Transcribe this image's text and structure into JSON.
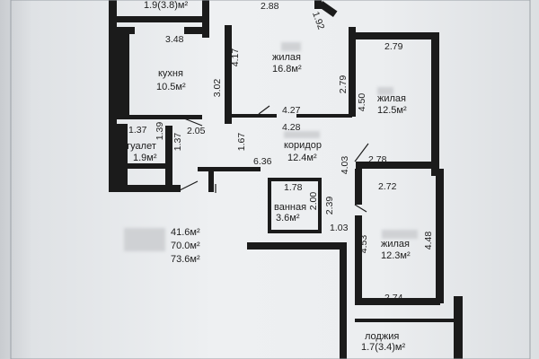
{
  "rooms": {
    "top_room_area": "1.9(3.8)м²",
    "kitchen_name": "кухня",
    "kitchen_area": "10.5м²",
    "living1_name": "жилая",
    "living1_area": "16.8м²",
    "living2_name": "жилая",
    "living2_area": "12.5м²",
    "corridor_name": "коридор",
    "corridor_area": "12.4м²",
    "toilet_name": "туалет",
    "toilet_area": "1.9м²",
    "bath_name": "ванная",
    "bath_area": "3.6м²",
    "living3_name": "жилая",
    "living3_area": "12.3м²",
    "loggia_name": "лоджия",
    "loggia_area": "1.7(3.4)м²"
  },
  "dimensions": {
    "d_288": "2.88",
    "d_192": "1.92",
    "d_348": "3.48",
    "d_417": "4.17",
    "d_279a": "2.79",
    "d_302": "3.02",
    "d_279b": "2.79",
    "d_450": "4.50",
    "d_427": "4.27",
    "d_428": "4.28",
    "d_137a": "1.37",
    "d_139": "1.39",
    "d_205": "2.05",
    "d_137b": "1.37",
    "d_167": "1.67",
    "d_403": "4.03",
    "d_278": "2.78",
    "d_636": "6.36",
    "d_272": "2.72",
    "d_178": "1.78",
    "d_200": "2.00",
    "d_239": "2.39",
    "d_103": "1.03",
    "d_453": "4.53",
    "d_448": "4.48",
    "d_274": "2.74"
  },
  "totals": {
    "total1": "41.6м²",
    "total2": "70.0м²",
    "total3": "73.6м²"
  }
}
